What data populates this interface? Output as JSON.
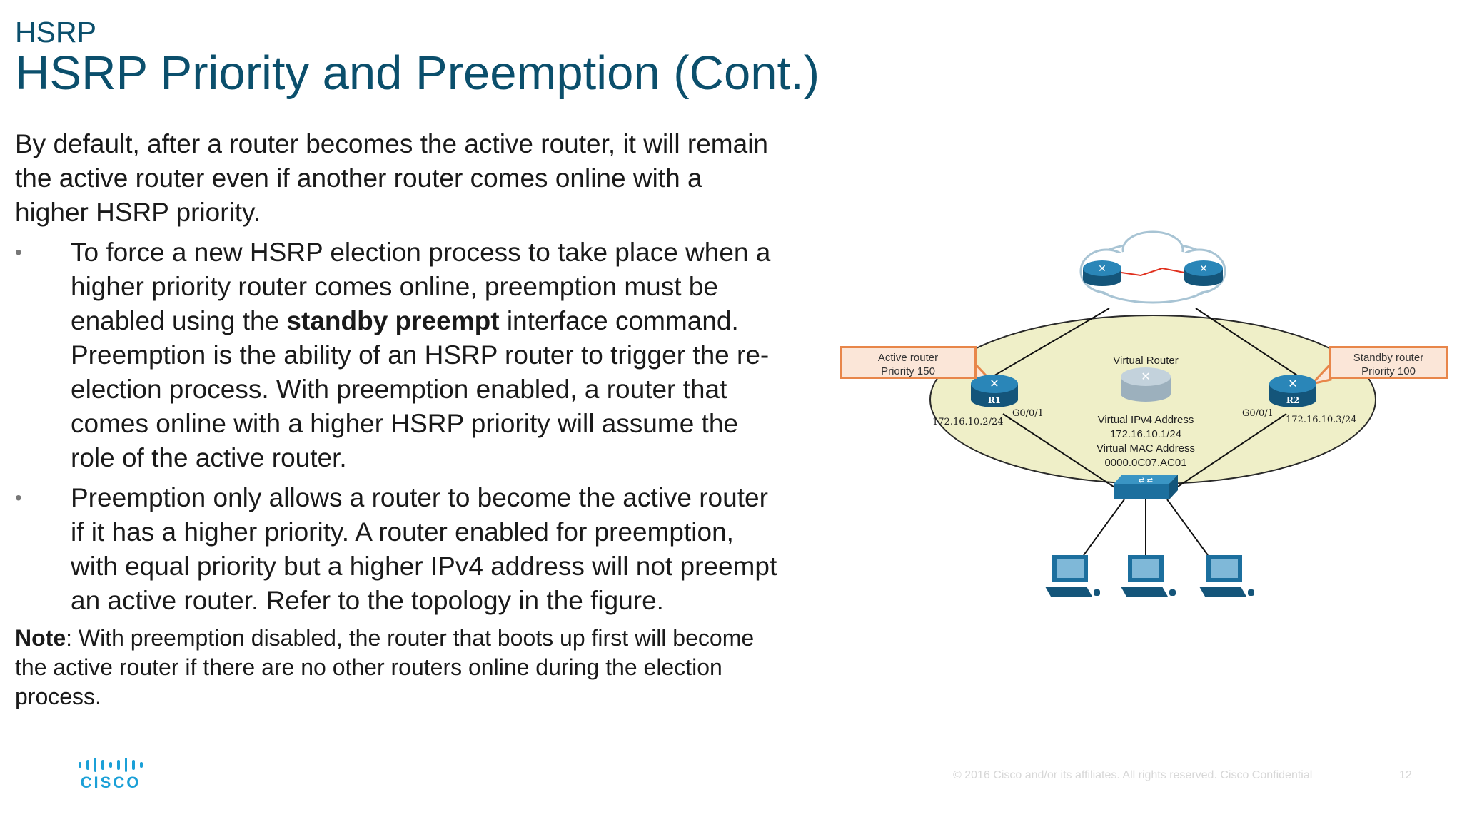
{
  "header": {
    "section": "HSRP",
    "title": "HSRP Priority and Preemption (Cont.)"
  },
  "body": {
    "intro": "By default, after a router becomes the active router, it will remain the active router even if another router comes online with a higher HSRP priority.",
    "bullet_marker": "•",
    "bullet1": {
      "before": "To force a new HSRP election process to take place when a higher priority router comes online, preemption must be enabled using the ",
      "bold": "standby preempt",
      "after": " interface command. Preemption is the ability of an HSRP router to trigger the re-election process. With preemption enabled, a router that comes online with a higher HSRP priority will assume the role of the active router."
    },
    "bullet2": "Preemption only allows a router to become the active router if it has a higher priority. A router enabled for preemption, with equal priority but a higher IPv4 address will not preempt an active router. Refer to the topology in the figure.",
    "note_label": "Note",
    "note_text": ": With preemption disabled, the router that boots up first will become the active router if there are no other routers online during the election process."
  },
  "diagram": {
    "active_callout": {
      "line1": "Active router",
      "line2": "Priority 150"
    },
    "standby_callout": {
      "line1": "Standby router",
      "line2": "Priority 100"
    },
    "virtual_router_label": "Virtual Router",
    "virtual_ipv4_label": "Virtual IPv4 Address",
    "virtual_ipv4": "172.16.10.1/24",
    "virtual_mac_label": "Virtual MAC Address",
    "virtual_mac": "0000.0C07.AC01",
    "r1": {
      "name": "R1",
      "interface": "G0/0/1",
      "ip": "172.16.10.2/24"
    },
    "r2": {
      "name": "R2",
      "interface": "G0/0/1",
      "ip": "172.16.10.3/24"
    },
    "colors": {
      "router": "#1c6f9e",
      "ellipse": "#efefc8",
      "callout_border": "#e8864a",
      "callout_fill": "#fbe6d8"
    }
  },
  "logo": {
    "word": "CISCO"
  },
  "footer": {
    "copyright": "© 2016  Cisco and/or its affiliates. All rights reserved.   Cisco Confidential",
    "page": "12"
  }
}
